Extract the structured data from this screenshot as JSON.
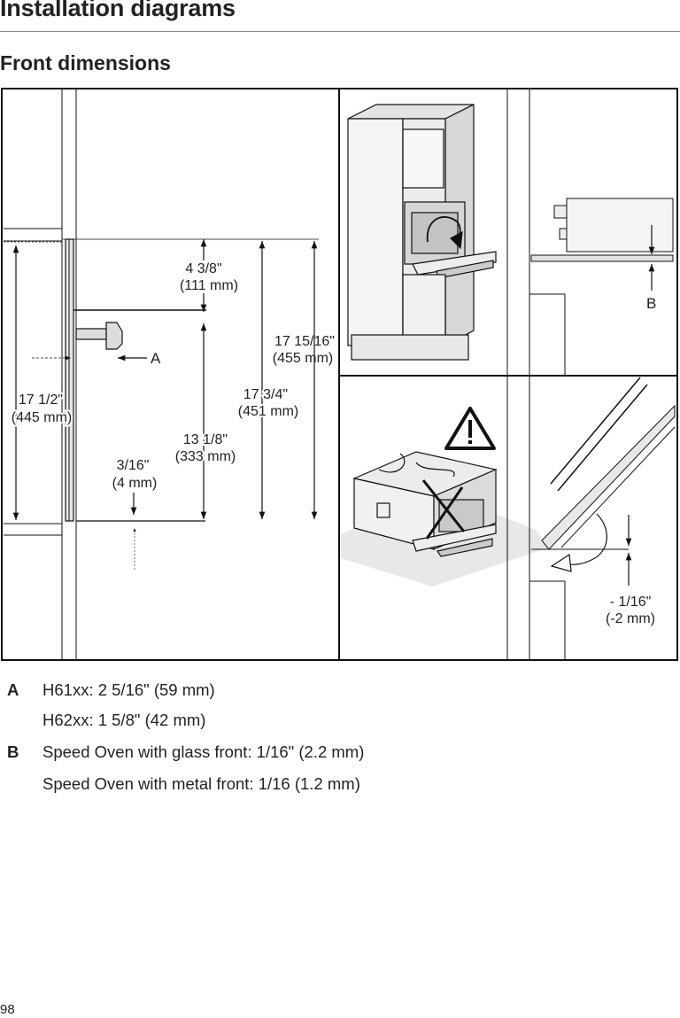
{
  "header": {
    "title": "Installation diagrams"
  },
  "section": {
    "title": "Front dimensions"
  },
  "diagram": {
    "labels": {
      "dim_top_in": "4 3/8\"",
      "dim_top_mm": "(111 mm)",
      "marker_a": "A",
      "dim_overall_in": "17 15/16\"",
      "dim_overall_mm": "(455 mm)",
      "dim_niche_in": "17 1/2\"",
      "dim_niche_mm": "(445 mm)",
      "dim_door_in": "17 3/4\"",
      "dim_door_mm": "(451 mm)",
      "dim_window_in": "13 1/8\"",
      "dim_window_mm": "(333 mm)",
      "dim_gap_in": "3/16\"",
      "dim_gap_mm": "(4 mm)",
      "marker_b": "B",
      "dim_neg_in": "- 1/16\"",
      "dim_neg_mm": "(-2 mm)"
    }
  },
  "legend": {
    "items": [
      {
        "key": "A",
        "text": "H61xx: 2 5/16\" (59 mm)"
      },
      {
        "key": "",
        "text": "H62xx: 1 5/8\" (42 mm)"
      },
      {
        "key": "B",
        "text": "Speed Oven with glass front: 1/16\" (2.2 mm)"
      },
      {
        "key": "",
        "text": "Speed Oven with metal front: 1/16 (1.2 mm)"
      }
    ]
  },
  "footer": {
    "page_number": "98"
  }
}
